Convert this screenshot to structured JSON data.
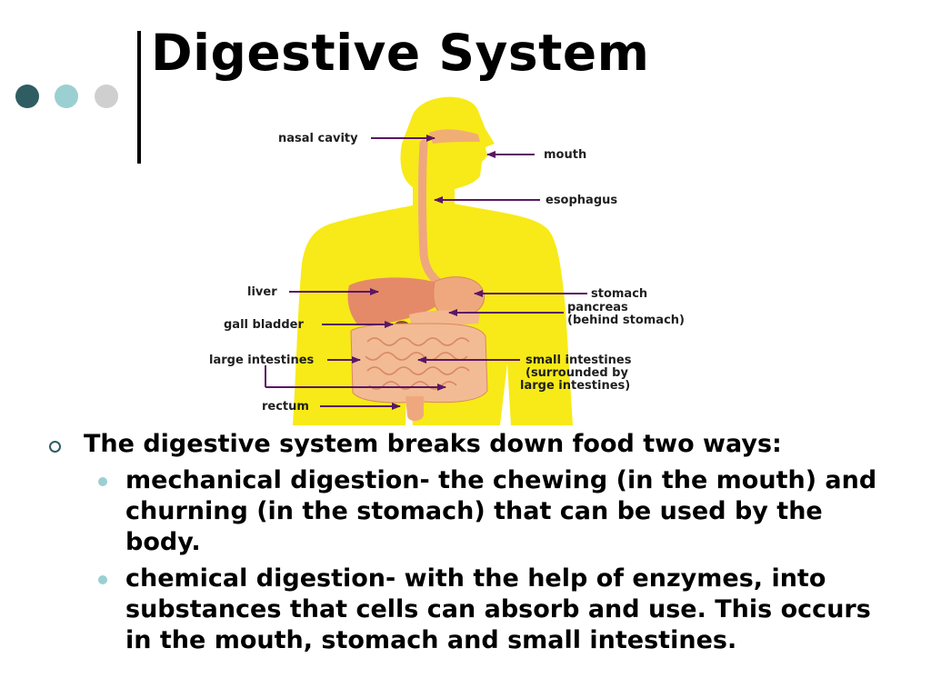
{
  "slide": {
    "title": "Digestive System",
    "deco_colors": [
      "#2f5d62",
      "#9ccfd2",
      "#cfcfcf"
    ]
  },
  "figure": {
    "labels": {
      "nasal_cavity": "nasal cavity",
      "mouth": "mouth",
      "esophagus": "esophagus",
      "liver": "liver",
      "stomach": "stomach",
      "pancreas_1": "pancreas",
      "pancreas_2": "(behind stomach)",
      "gall_bladder": "gall bladder",
      "large_intestines": "large intestines",
      "small_1": "small intestines",
      "small_2": "(surrounded by",
      "small_3": "large intestines)",
      "rectum": "rectum"
    },
    "colors": {
      "body": "#f7ea18",
      "organ": "#efa77e",
      "liver": "#e58a68",
      "arrow": "#5a1764"
    }
  },
  "bullets": {
    "main": "The digestive system breaks down food two ways:",
    "items": [
      "mechanical digestion- the chewing (in the mouth) and churning (in the stomach) that can be used by the body.",
      "chemical digestion- with the help of enzymes, into substances that cells can absorb and use. This occurs in the mouth, stomach and small intestines."
    ]
  }
}
